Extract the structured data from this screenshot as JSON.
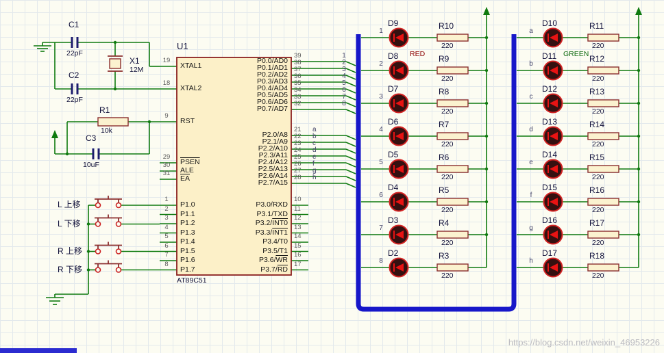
{
  "components": {
    "c1": {
      "ref": "C1",
      "value": "22pF"
    },
    "c2": {
      "ref": "C2",
      "value": "22pF"
    },
    "x1": {
      "ref": "X1",
      "value": "12M"
    },
    "r1": {
      "ref": "R1",
      "value": "10k"
    },
    "c3": {
      "ref": "C3",
      "value": "10uF"
    },
    "u1": {
      "ref": "U1",
      "part": "AT89C51"
    }
  },
  "buttons": [
    {
      "label": "L 上移"
    },
    {
      "label": "L 下移"
    },
    {
      "label": "R 上移"
    },
    {
      "label": "R 下移"
    }
  ],
  "chip": {
    "left": [
      {
        "num": "19",
        "name": "XTAL1",
        "ov": ""
      },
      {
        "num": "18",
        "name": "XTAL2",
        "ov": ""
      },
      {
        "num": "9",
        "name": "RST",
        "ov": ""
      },
      {
        "num": "29",
        "name": "",
        "ov": "PSEN"
      },
      {
        "num": "30",
        "name": "ALE",
        "ov": ""
      },
      {
        "num": "31",
        "name": "",
        "ov": "EA"
      }
    ],
    "p1": [
      {
        "num": "1",
        "name": "P1.0",
        "ov": ""
      },
      {
        "num": "2",
        "name": "P1.1",
        "ov": ""
      },
      {
        "num": "3",
        "name": "P1.2",
        "ov": ""
      },
      {
        "num": "4",
        "name": "P1.3",
        "ov": ""
      },
      {
        "num": "5",
        "name": "P1.4",
        "ov": ""
      },
      {
        "num": "6",
        "name": "P1.5",
        "ov": ""
      },
      {
        "num": "7",
        "name": "P1.6",
        "ov": ""
      },
      {
        "num": "8",
        "name": "P1.7",
        "ov": ""
      }
    ],
    "p0": [
      {
        "num": "39",
        "name": "P0.0/AD0",
        "ov": ""
      },
      {
        "num": "38",
        "name": "P0.1/AD1",
        "ov": ""
      },
      {
        "num": "37",
        "name": "P0.2/AD2",
        "ov": ""
      },
      {
        "num": "36",
        "name": "P0.3/AD3",
        "ov": ""
      },
      {
        "num": "35",
        "name": "P0.4/AD4",
        "ov": ""
      },
      {
        "num": "34",
        "name": "P0.5/AD5",
        "ov": ""
      },
      {
        "num": "33",
        "name": "P0.6/AD6",
        "ov": ""
      },
      {
        "num": "32",
        "name": "P0.7/AD7",
        "ov": ""
      }
    ],
    "p2": [
      {
        "num": "21",
        "name": "P2.0/A8",
        "ov": ""
      },
      {
        "num": "22",
        "name": "P2.1/A9",
        "ov": ""
      },
      {
        "num": "23",
        "name": "P2.2/A10",
        "ov": ""
      },
      {
        "num": "24",
        "name": "P2.3/A11",
        "ov": ""
      },
      {
        "num": "25",
        "name": "P2.4/A12",
        "ov": ""
      },
      {
        "num": "26",
        "name": "P2.5/A13",
        "ov": ""
      },
      {
        "num": "27",
        "name": "P2.6/A14",
        "ov": ""
      },
      {
        "num": "28",
        "name": "P2.7/A15",
        "ov": ""
      }
    ],
    "p3": [
      {
        "num": "10",
        "name": "P3.0/RXD",
        "ov": ""
      },
      {
        "num": "11",
        "name": "P3.1/TXD",
        "ov": ""
      },
      {
        "num": "12",
        "name": "P3.2/",
        "ov": "INT0"
      },
      {
        "num": "13",
        "name": "P3.3/",
        "ov": "INT1"
      },
      {
        "num": "14",
        "name": "P3.4/T0",
        "ov": ""
      },
      {
        "num": "15",
        "name": "P3.5/T1",
        "ov": ""
      },
      {
        "num": "16",
        "name": "P3.6/",
        "ov": "WR"
      },
      {
        "num": "17",
        "name": "P3.7/",
        "ov": "RD"
      }
    ]
  },
  "bus_labels": {
    "p0": [
      "1",
      "2",
      "3",
      "4",
      "5",
      "6",
      "7",
      "8"
    ],
    "p2": [
      "a",
      "b",
      "c",
      "d",
      "e",
      "f",
      "g",
      "h"
    ]
  },
  "led_groups": [
    {
      "color_label": "RED",
      "taps": [
        "1",
        "2",
        "3",
        "4",
        "5",
        "6",
        "7",
        "8"
      ],
      "rows": [
        {
          "led": "D9",
          "res": "R10",
          "val": "220"
        },
        {
          "led": "D8",
          "res": "R9",
          "val": "220"
        },
        {
          "led": "D7",
          "res": "R8",
          "val": "220"
        },
        {
          "led": "D6",
          "res": "R7",
          "val": "220"
        },
        {
          "led": "D5",
          "res": "R6",
          "val": "220"
        },
        {
          "led": "D4",
          "res": "R5",
          "val": "220"
        },
        {
          "led": "D3",
          "res": "R4",
          "val": "220"
        },
        {
          "led": "D2",
          "res": "R3",
          "val": "220"
        }
      ]
    },
    {
      "color_label": "GREEN",
      "taps": [
        "a",
        "b",
        "c",
        "d",
        "e",
        "f",
        "g",
        "h"
      ],
      "rows": [
        {
          "led": "D10",
          "res": "R11",
          "val": "220"
        },
        {
          "led": "D11",
          "res": "R12",
          "val": "220"
        },
        {
          "led": "D12",
          "res": "R13",
          "val": "220"
        },
        {
          "led": "D13",
          "res": "R14",
          "val": "220"
        },
        {
          "led": "D14",
          "res": "R15",
          "val": "220"
        },
        {
          "led": "D15",
          "res": "R16",
          "val": "220"
        },
        {
          "led": "D16",
          "res": "R17",
          "val": "220"
        },
        {
          "led": "D17",
          "res": "R18",
          "val": "220"
        }
      ]
    }
  ],
  "watermark": "https://blog.csdn.net/weixin_46953226",
  "colors": {
    "wire": "#0f7a0f",
    "bus": "#1717c9",
    "component_outline": "#8b2e2e",
    "component_fill": "#fbf2cf",
    "chip_fill": "#fcf0c8",
    "led_ring": "#d22222",
    "led_arrow": "#e81313",
    "label": "#10103a",
    "pin_number": "#5c5c5c",
    "red_label": "#8b0000",
    "green_label": "#0f6a0f",
    "watermark": "#b4b4bc"
  }
}
